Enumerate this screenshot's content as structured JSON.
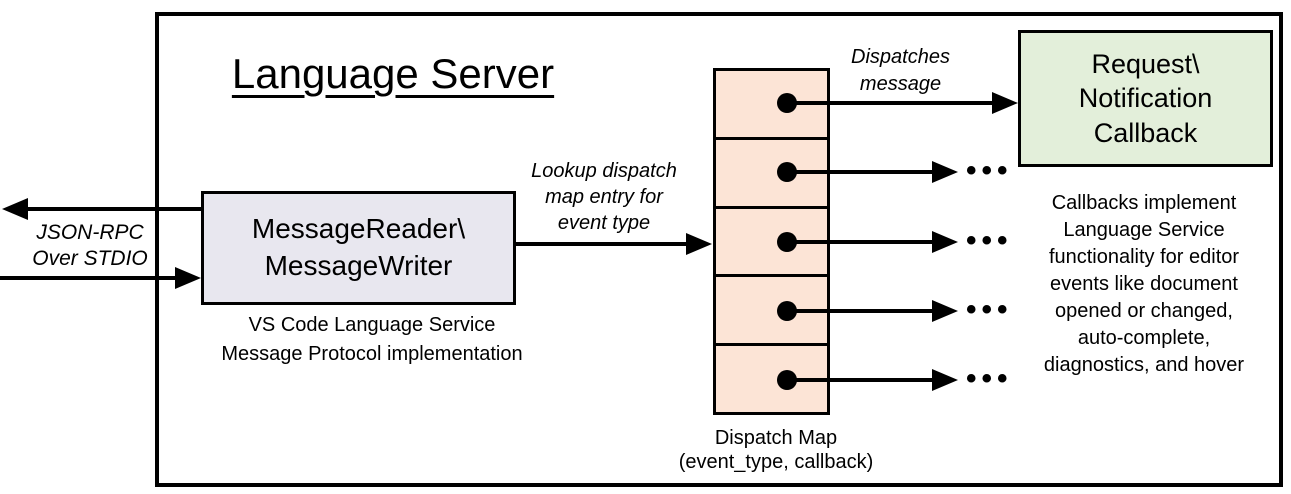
{
  "diagram": {
    "title": "Language Server",
    "io_label": "JSON-RPC\nOver STDIO",
    "reader_box": "MessageReader\\\nMessageWriter",
    "reader_caption": "VS Code Language Service\nMessage Protocol implementation",
    "lookup_label": "Lookup dispatch\nmap entry for\nevent type",
    "dispatch_label": "Dispatches\nmessage",
    "callback_box": "Request\\\nNotification\nCallback",
    "callbacks_caption": "Callbacks implement\nLanguage Service\nfunctionality for editor\nevents like document\nopened or changed,\nauto-complete,\ndiagnostics, and hover",
    "map_caption": "Dispatch Map\n(event_type, callback)",
    "ellipsis": "•••",
    "colors": {
      "map_cell": "#fce4d6",
      "reader_box": "#e8e7ef",
      "callback_box": "#e3efda",
      "stroke": "#000000"
    }
  }
}
